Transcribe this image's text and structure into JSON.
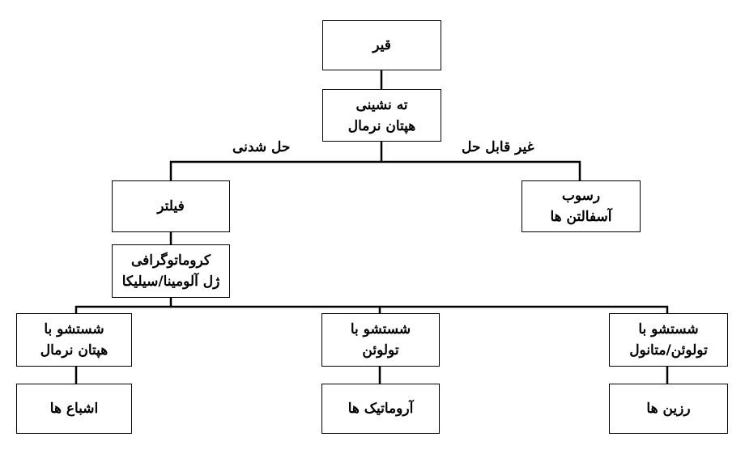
{
  "nodes": {
    "crude": {
      "lines": [
        "قیر"
      ]
    },
    "precipitation": {
      "lines": [
        "ته نشینی",
        "هپتان نرمال"
      ]
    },
    "filter": {
      "lines": [
        "فیلتر"
      ]
    },
    "sediment": {
      "lines": [
        "رسوب",
        "آسفالتن ها"
      ]
    },
    "chromatography": {
      "lines": [
        "کروماتوگرافی",
        "ژل آلومینا/سیلیکا"
      ]
    },
    "wash_heptane": {
      "lines": [
        "شستشو با",
        "هپتان نرمال"
      ]
    },
    "wash_toluene": {
      "lines": [
        "شستشو با",
        "تولوئن"
      ]
    },
    "wash_toluene_methanol": {
      "lines": [
        "شستشو با",
        "تولوئن/متانول"
      ]
    },
    "saturates": {
      "lines": [
        "اشباع ها"
      ]
    },
    "aromatics": {
      "lines": [
        "آروماتیک ها"
      ]
    },
    "resins": {
      "lines": [
        "رزین ها"
      ]
    }
  },
  "edge_labels": {
    "soluble": "حل شدنی",
    "insoluble": "غیر قابل حل"
  }
}
